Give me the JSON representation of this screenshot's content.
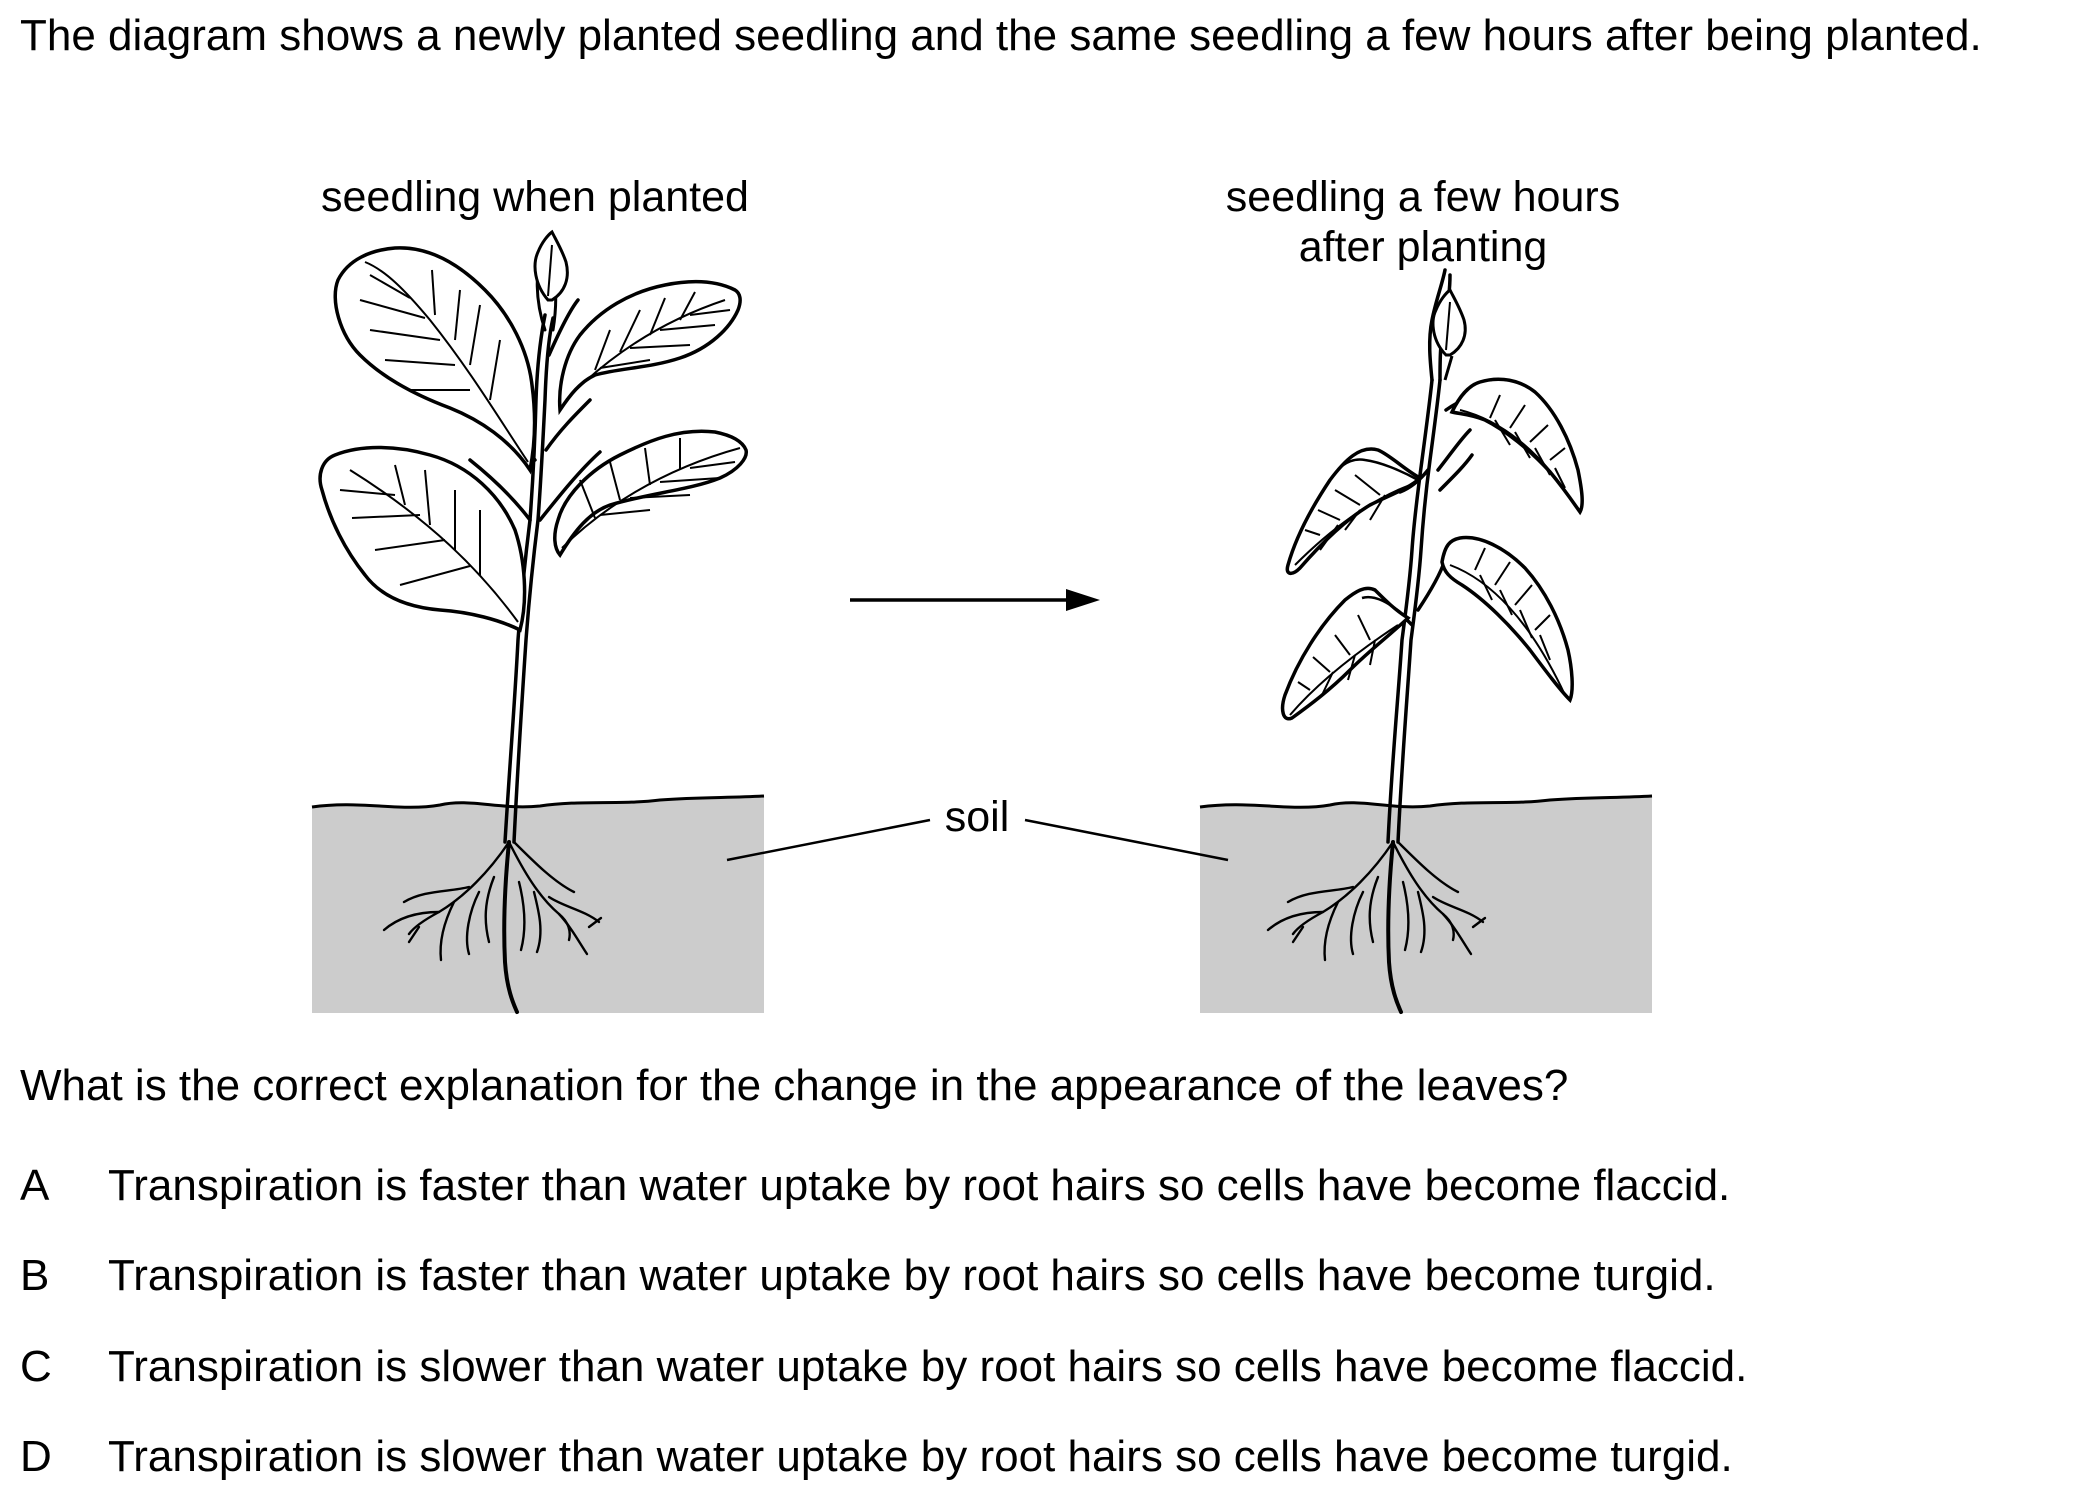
{
  "intro": "The diagram shows a newly planted seedling and the same seedling a few hours after being planted.",
  "diagram": {
    "left_title": "seedling when planted",
    "right_title_line1": "seedling a few hours",
    "right_title_line2": "after planting",
    "soil_label": "soil",
    "soil_color": "#cccccc"
  },
  "question": "What is the correct explanation for the change in the appearance of the leaves?",
  "options": [
    {
      "letter": "A",
      "text": "Transpiration is faster than water uptake by root hairs so cells have become flaccid."
    },
    {
      "letter": "B",
      "text": "Transpiration is faster than water uptake by root hairs so cells have become turgid."
    },
    {
      "letter": "C",
      "text": "Transpiration is slower than water uptake by root hairs so cells have become flaccid."
    },
    {
      "letter": "D",
      "text": "Transpiration is slower than water uptake by root hairs so cells have become turgid."
    }
  ]
}
